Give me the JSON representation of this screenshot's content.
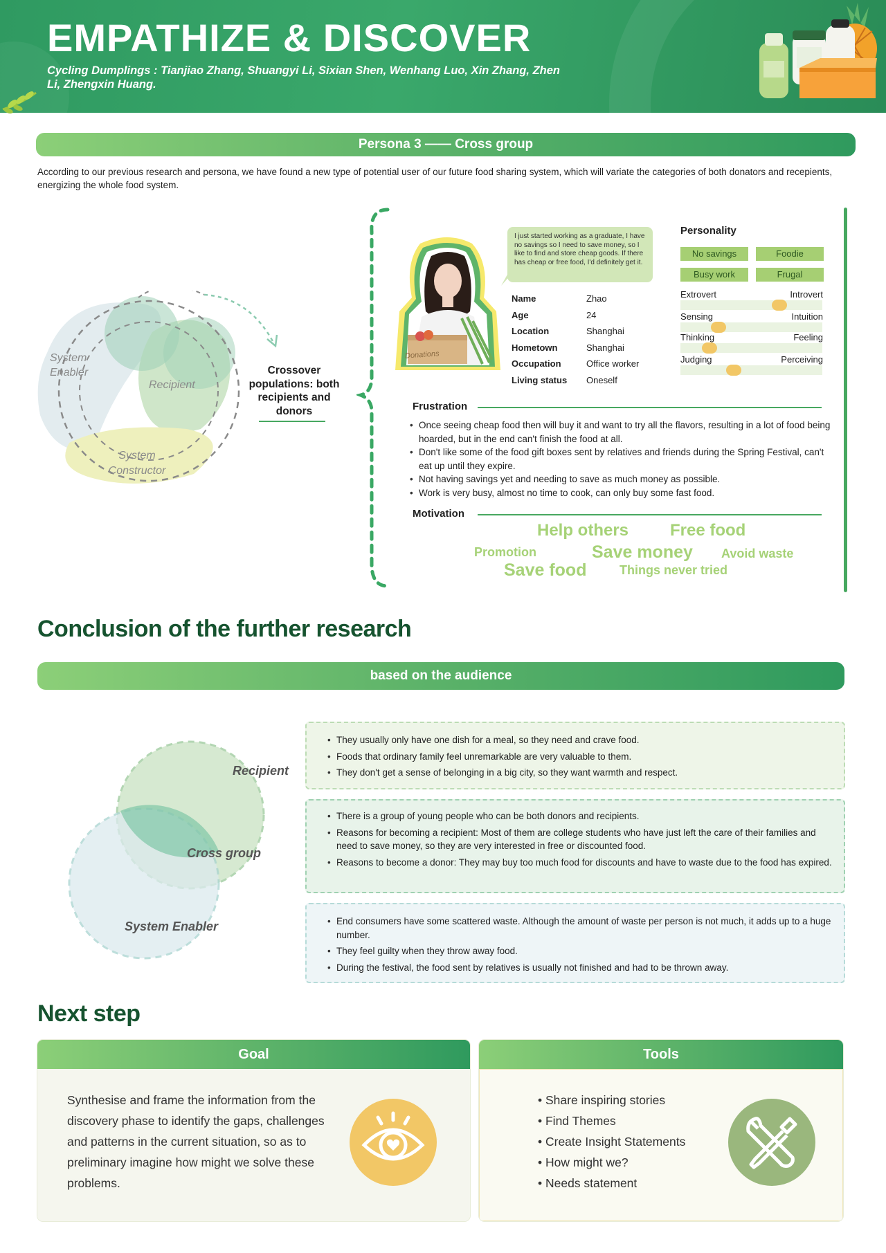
{
  "header": {
    "title": "EMPATHIZE & DISCOVER",
    "subtitle": "Cycling Dumplings : Tianjiao Zhang, Shuangyi Li, Sixian Shen, Wenhang Luo, Xin Zhang, Zhen Li, Zhengxin Huang."
  },
  "persona": {
    "bar_title": "Persona 3 —— Cross group",
    "intro": "According to our previous research and persona, we have found a new type of potential user of our future food sharing system, which will variate the categories of both donators and recepients, energizing the whole food system.",
    "diagram": {
      "labels": [
        "System Enabler",
        "Recipient",
        "System Constructor"
      ],
      "crossover": "Crossover populations: both recipients and donors"
    },
    "quote": "I just started working as a graduate, I have no savings so I need to save money, so I like to find and store cheap goods. If there has cheap or free food, I'd definitely get it.",
    "box_label": "Donations",
    "info": [
      {
        "label": "Name",
        "value": "Zhao"
      },
      {
        "label": "Age",
        "value": "24"
      },
      {
        "label": "Location",
        "value": "Shanghai"
      },
      {
        "label": "Hometown",
        "value": "Shanghai"
      },
      {
        "label": "Occupation",
        "value": "Office worker"
      },
      {
        "label": "Living status",
        "value": "Oneself"
      }
    ],
    "personality": {
      "title": "Personality",
      "tags": [
        "No savings",
        "Foodie",
        "Busy work",
        "Frugal"
      ],
      "traits": [
        {
          "left": "Extrovert",
          "right": "Introvert",
          "level": 0.72
        },
        {
          "left": "Sensing",
          "right": "Intuition",
          "level": 0.24
        },
        {
          "left": "Thinking",
          "right": "Feeling",
          "level": 0.17
        },
        {
          "left": "Judging",
          "right": "Perceiving",
          "level": 0.36
        }
      ]
    },
    "frustration": {
      "title": "Frustration",
      "items": [
        "Once seeing cheap food then will buy it and want to try all the flavors, resulting in a lot of food being hoarded, but in the end can't finish the food at all.",
        "Don't like some of the food gift boxes sent by relatives and friends during the Spring Festival, can't eat up until they expire.",
        "Not having savings yet and needing to save as much money as possible.",
        "Work is very busy, almost no time to cook, can only buy some fast food."
      ]
    },
    "motivation": {
      "title": "Motivation",
      "words": [
        "Help others",
        "Free food",
        "Promotion",
        "Save money",
        "Avoid waste",
        "Save food",
        "Things never tried"
      ]
    }
  },
  "conclusion": {
    "title": "Conclusion of the further research",
    "bar_title": "based on the audience",
    "venn_labels": [
      "Recipient",
      "Cross group",
      "System Enabler"
    ],
    "boxes": [
      [
        "They usually only have one dish for a meal, so they need and crave food.",
        "Foods that ordinary family feel unremarkable are very valuable to them.",
        "They don't get a sense of belonging in a big city, so they want warmth and respect."
      ],
      [
        "There is a group of young people who can be both donors and recipients.",
        "Reasons for becoming a recipient: Most of them are college students who have just left the care of their families and need to save money, so they are very interested in free or discounted food.",
        "Reasons to become a donor: They may buy too much food for discounts and have to waste due to the food has expired."
      ],
      [
        "End consumers have some scattered waste. Although the amount of waste per person is not much, it adds up to a huge number.",
        "They feel guilty when they throw away food.",
        "During the festival, the food sent by relatives is usually not finished and had to be thrown away."
      ]
    ]
  },
  "next_step": {
    "title": "Next step",
    "goal": {
      "header": "Goal",
      "text": "Synthesise and frame the information from the discovery phase to identify the gaps, challenges and patterns in the current situation, so as to preliminary imagine how might we solve these problems."
    },
    "tools": {
      "header": "Tools",
      "items": [
        "• Share inspiring stories",
        "• Find Themes",
        "• Create Insight Statements",
        "• How might we?",
        "• Needs statement"
      ]
    }
  },
  "colors": {
    "header_green": "#2f9a61",
    "dark_green": "#16532f",
    "accent_green": "#5fb46a",
    "light_green_text": "#a6d277",
    "tag_green": "#a6cf73",
    "knob_yellow": "#f2c766",
    "eye_circle": "#f2c766",
    "tools_circle": "#9ab77d"
  },
  "icons": [
    "leaf-icon",
    "groceries-icon",
    "eye-heart-icon",
    "wrench-screwdriver-icon"
  ]
}
